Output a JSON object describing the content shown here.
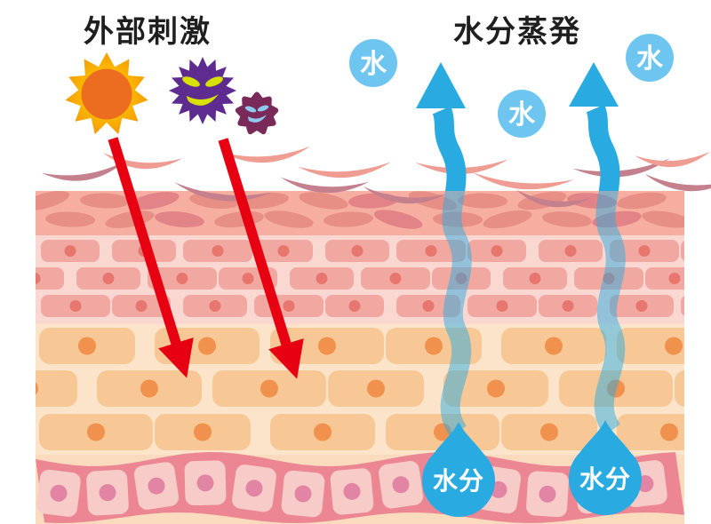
{
  "diagram": {
    "left": {
      "title": "外部刺激"
    },
    "right": {
      "title": "水分蒸発"
    },
    "water_circles": [
      {
        "label": "水"
      },
      {
        "label": "水"
      },
      {
        "label": "水"
      }
    ],
    "droplets": [
      {
        "label": "水分"
      },
      {
        "label": "水分"
      }
    ]
  },
  "colors": {
    "background": "#FFFFFF",
    "title_text": "#1F1F1F",
    "red_arrow": "#E60012",
    "blue_arrow": "#29ABE2",
    "water_circle": "#6EC6F0",
    "droplet": "#29ABE2",
    "droplet_text": "#FFFFFF",
    "sun_ray_inner": "#FFC900",
    "sun_ray_outer": "#F59C00",
    "sun_core": "#EC6D1F",
    "virus_large": "#5E2B91",
    "virus_large_face": "#D8E000",
    "virus_small": "#7A2A58",
    "virus_small_face": "#8FC9F0",
    "skin_layer1": "#F5AE9F",
    "skin_layer1_cell": "#E78F85",
    "skin_layer1_cell_alt": "#E28387",
    "skin_layer2": "#FAD7D0",
    "skin_layer2_cell": "#F0A8A0",
    "skin_layer2_dot": "#E7766F",
    "skin_layer3": "#FCE4CA",
    "skin_layer3_cell": "#F7C795",
    "skin_layer3_dot": "#F0914E",
    "basal_band": "#EC8693",
    "basal_cell": "#F7CBC7",
    "basal_dot": "#E285A5",
    "skin_bottom": "#FADBBD",
    "flake_light": "#EF9D92",
    "flake_dark": "#C5808D"
  }
}
